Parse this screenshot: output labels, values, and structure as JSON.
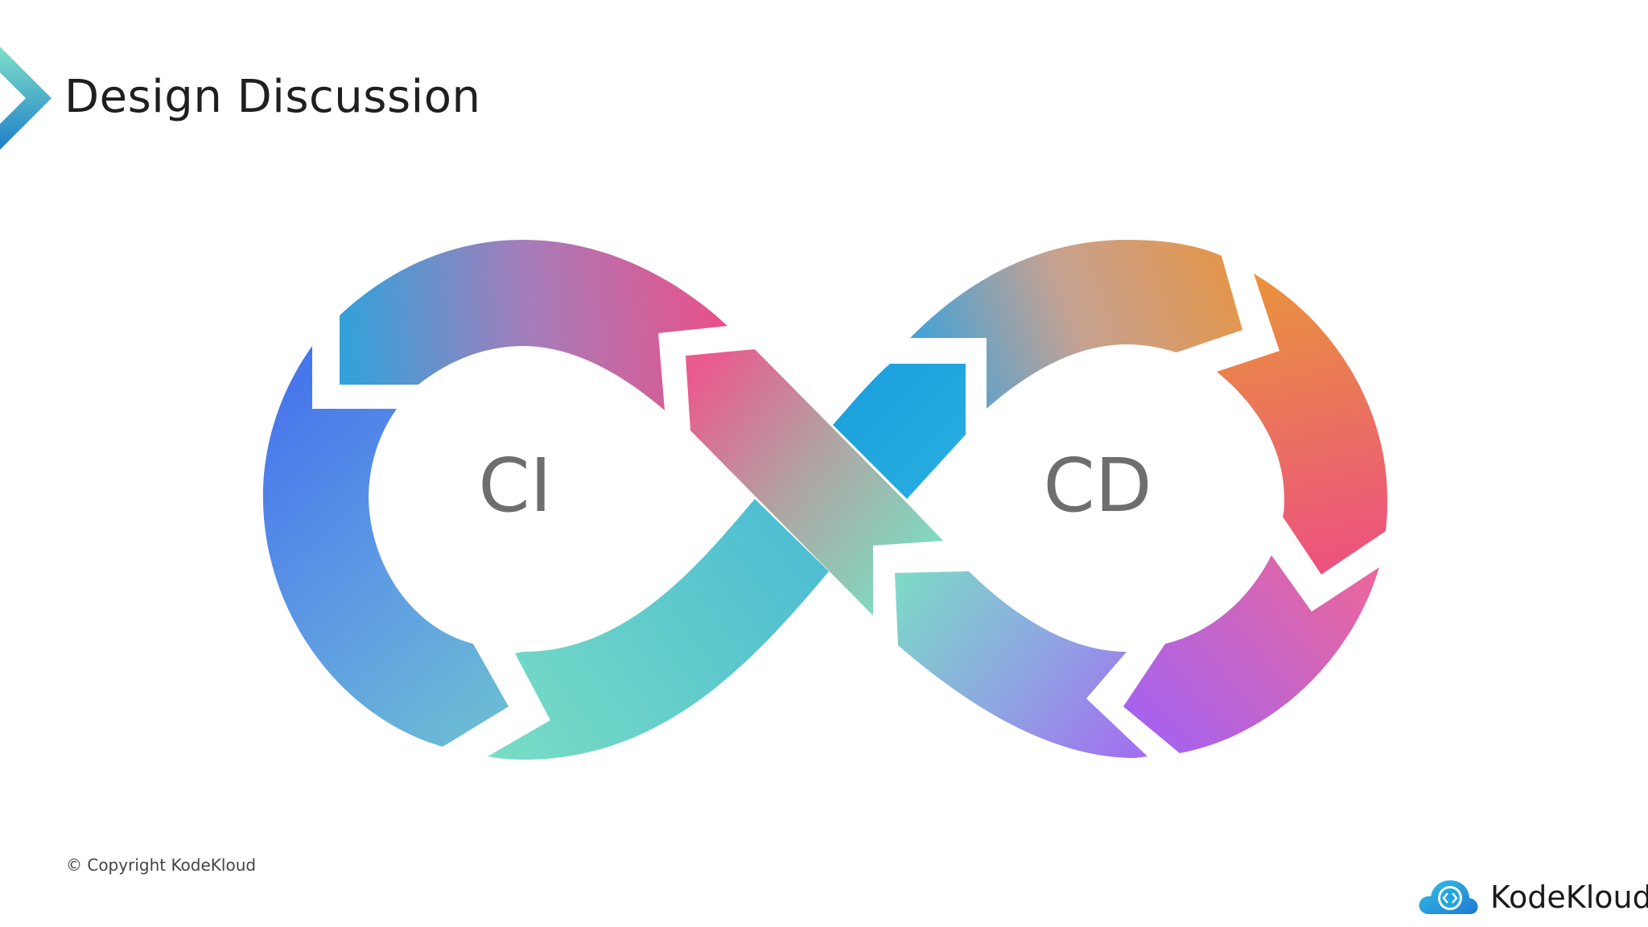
{
  "slide": {
    "title": "Design Discussion",
    "copyright": "© Copyright KodeKloud"
  },
  "diagram": {
    "left_label": "CI",
    "right_label": "CD"
  },
  "brand": {
    "name": "KodeKloud",
    "logo_icon": "cloud-code-icon"
  },
  "icons": {
    "corner": "chevron-right-icon",
    "brand_logo": "cloud-code-icon"
  },
  "colors": {
    "blue": "#3b67f0",
    "cyan": "#1aa1dd",
    "teal": "#78dcc4",
    "pink": "#e8568e",
    "orange": "#e9923d",
    "purple": "#a066ee"
  }
}
